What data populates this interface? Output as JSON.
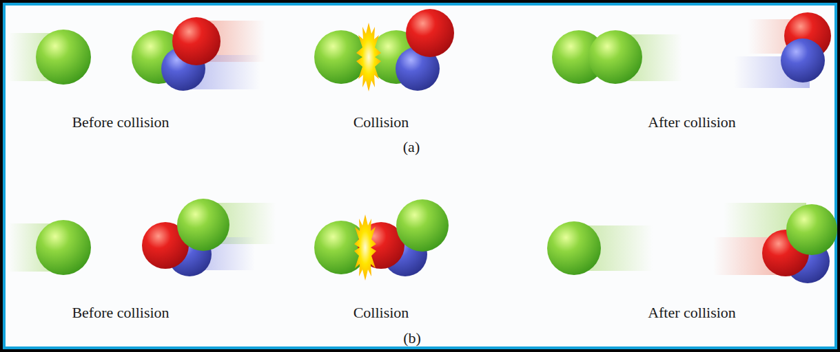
{
  "diagram": {
    "labels": [
      "Before collision",
      "Collision",
      "(a)",
      "After collision",
      "Before collision",
      "Collision",
      "(b)",
      "After collision"
    ]
  }
}
